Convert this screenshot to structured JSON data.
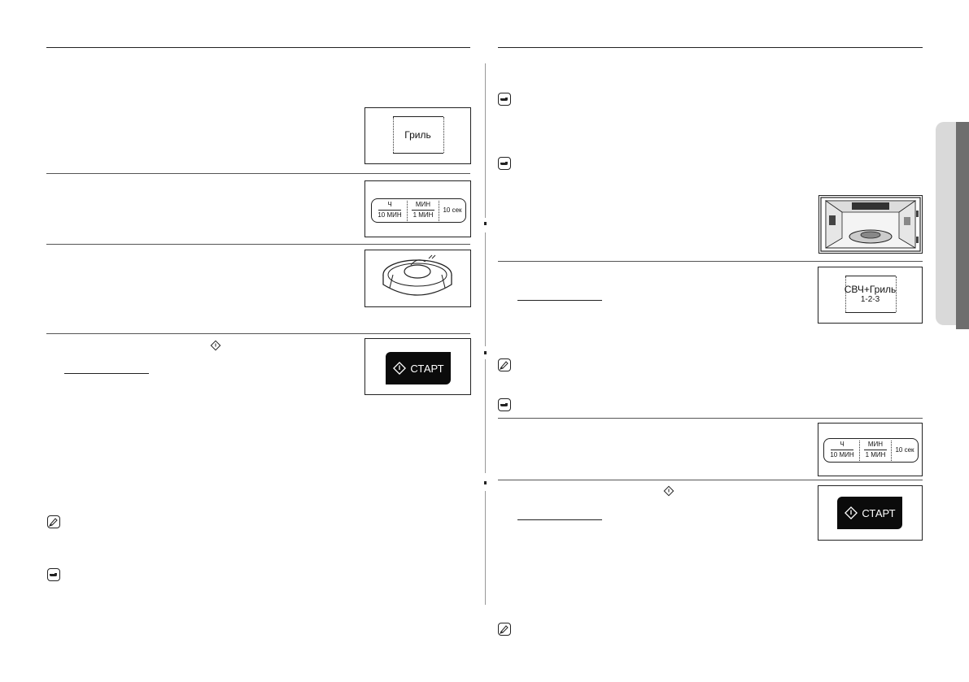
{
  "left": {
    "grill_label": "Гриль",
    "time_panel": {
      "h": "Ч",
      "ten_min": "10 МИН",
      "min": "МИН",
      "one_min": "1 МИН",
      "ten_sec": "10 сек"
    },
    "start_label": "СТАРТ"
  },
  "right": {
    "combo_label": "СВЧ+Гриль",
    "combo_sub": "1-2-3",
    "time_panel": {
      "h": "Ч",
      "ten_min": "10 МИН",
      "min": "МИН",
      "one_min": "1 МИН",
      "ten_sec": "10 сек"
    },
    "start_label": "СТАРТ"
  },
  "icons": [
    "note-icon",
    "hand-pointer-icon",
    "start-diamond-icon"
  ],
  "colors": {
    "button_bg": "#0b0b0b",
    "tab_light": "#d9d9d9",
    "tab_dark": "#6e6e6e"
  }
}
